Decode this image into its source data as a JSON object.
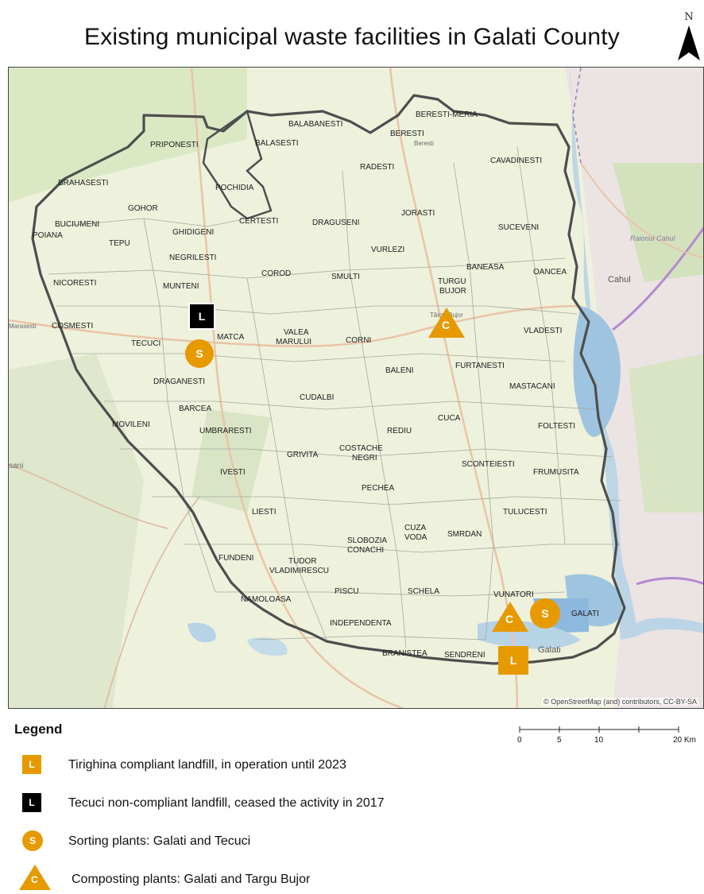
{
  "title": "Existing municipal waste facilities in Galati County",
  "north_arrow": {
    "label": "N"
  },
  "attribution": "© OpenStreetMap (and) contributors, CC-BY-SA",
  "colors": {
    "facility": "#e69a00",
    "noncompliant": "#000000",
    "boundary": "#555555"
  },
  "places": {
    "priponesti": "PRIPONESTI",
    "balabanesti": "BALABANESTI",
    "beresti_meria": "BERESTI-MERIA",
    "beresti": "BERESTI",
    "balasesti": "BALASESTI",
    "brahasesti": "BRAHASESTI",
    "radesti": "RADESTI",
    "cavadinesti": "CAVADINESTI",
    "pochidia": "POCHIDIA",
    "gohor": "GOHOR",
    "buciumeni": "BUCIUMENI",
    "poiana": "POIANA",
    "certesti": "CERTESTI",
    "draguseni": "DRAGUSENI",
    "jorasti": "JORASTI",
    "suceveni": "SUCEVENI",
    "ghidigeni": "GHIDIGENI",
    "tepu": "TEPU",
    "negrilesti": "NEGRILESTI",
    "vurlezi": "VURLEZI",
    "baneasa": "BANEASA",
    "oancea": "OANCEA",
    "corod": "COROD",
    "smulti": "SMULTI",
    "nicoresti": "NICORESTI",
    "munteni": "MUNTENI",
    "targu": "TURGU",
    "bujor": "BUJOR",
    "cosmesti": "COSMESTI",
    "matca": "MATCA",
    "valea": "VALEA",
    "marului": "MARULUI",
    "corni": "CORNI",
    "vladesti": "VLADESTI",
    "tecuci": "TECUCI",
    "furtanesti": "FURTANESTI",
    "baleni": "BALENI",
    "mastacani": "MASTACANI",
    "draganesti": "DRAGANESTI",
    "cudalbi": "CUDALBI",
    "barcea": "BARCEA",
    "cuca": "CUCA",
    "movileni": "MOVILENI",
    "foltesti": "FOLTESTI",
    "umbraresti": "UMBRARESTI",
    "rediu": "REDIU",
    "costache": "COSTACHE",
    "negri": "NEGRI",
    "grivita": "GRIVITA",
    "sconteiesti": "SCONTEIESTI",
    "frumusita": "FRUMUSITA",
    "ivesti": "IVESTI",
    "pechea": "PECHEA",
    "tulucesti": "TULUCESTI",
    "liesti": "LIESTI",
    "cuza": "CUZA",
    "voda": "VODA",
    "smardan": "SMRDAN",
    "slobozia": "SLOBOZIA",
    "conachi": "CONACHI",
    "fundeni": "FUNDENI",
    "tudor": "TUDOR",
    "vladimirescu": "VLADIMIRESCU",
    "piscu": "PISCU",
    "schela": "SCHELA",
    "namoloasa": "NAMOLOASA",
    "vunatori": "VUNATORI",
    "galati": "GALATI",
    "independenta": "INDEPENDENTA",
    "branistea": "BRANISTEA",
    "sendreni": "SENDRENI",
    "galati_city": "Galati",
    "cahul": "Cahul",
    "raionul_cahul": "Raionul Cahul",
    "marasesti": "Marasesti",
    "sani": "sani",
    "beresti_small": "Beresti",
    "targu_small": "Târgu Bujor"
  },
  "markers": {
    "landfill_label": "L",
    "sorting_label": "S",
    "composting_label": "C"
  },
  "scale_bar": {
    "ticks": [
      "0",
      "5",
      "10",
      "20 Km"
    ]
  },
  "legend": {
    "title": "Legend",
    "items": [
      {
        "symbol": "L",
        "text": "Tirighina compliant landfill, in operation until 2023"
      },
      {
        "symbol": "L",
        "text": "Tecuci non-compliant landfill, ceased the activity in 2017"
      },
      {
        "symbol": "S",
        "text": "Sorting plants: Galati and Tecuci"
      },
      {
        "symbol": "C",
        "text": "Composting plants: Galati and Targu Bujor"
      }
    ]
  }
}
